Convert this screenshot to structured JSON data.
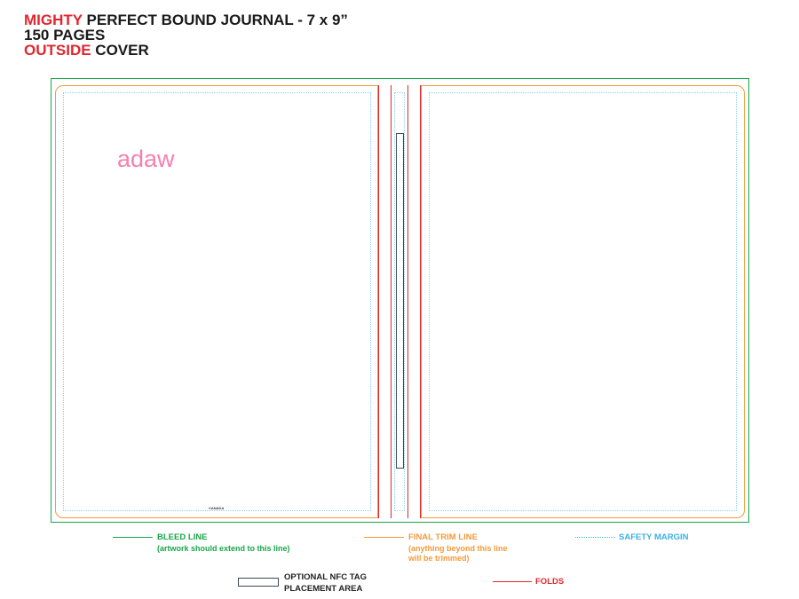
{
  "header": {
    "line1_accent": "MIGHTY",
    "line1_rest": " PERFECT BOUND JOURNAL - 7 x 9”",
    "line2": "150 PAGES",
    "line3_accent": "OUTSIDE",
    "line3_rest": " COVER"
  },
  "artwork": {
    "text": "adaw",
    "text_color": "#f77fb0",
    "small_label": "CANADA"
  },
  "legend": {
    "bleed": {
      "title": "BLEED LINE",
      "note": "(artwork should extend to this line)",
      "color": "#19a64a"
    },
    "trim": {
      "title": "FINAL TRIM LINE",
      "note_line1": "(anything beyond this line",
      "note_line2": "will be trimmed)",
      "color": "#f39a3a"
    },
    "safety": {
      "title": "SAFETY MARGIN",
      "color": "#3ab0e6"
    },
    "nfc": {
      "title_line1": "OPTIONAL NFC TAG",
      "title_line2": "PLACEMENT AREA",
      "color": "#222222"
    },
    "folds": {
      "title": "FOLDS",
      "color": "#e3262d"
    }
  },
  "colors": {
    "bleed": "#19a64a",
    "trim": "#f39a3a",
    "safety": "#8fd0f0",
    "fold": "#e3262d",
    "nfc": "#3d4a55"
  }
}
